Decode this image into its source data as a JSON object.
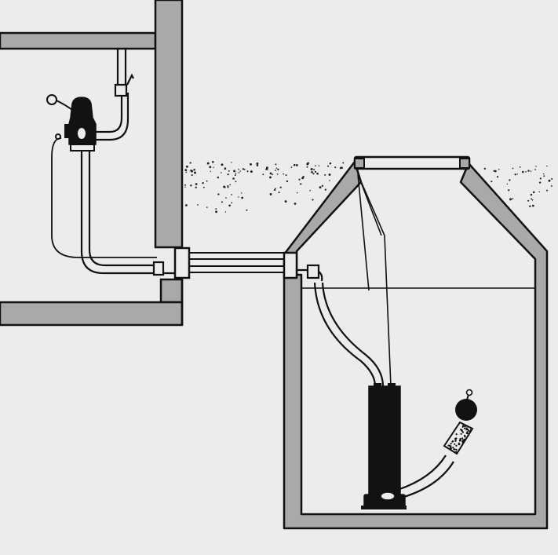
{
  "diagram": {
    "kind": "rainwater-cistern-pump-installation",
    "text_labels": [],
    "colors": {
      "background": "#ececec",
      "concrete": "#a9a9a9",
      "outline": "#111111",
      "pipe_fill": "#ececec",
      "pump": "#121212",
      "soil_dots": "#222222"
    },
    "components": [
      {
        "id": "house-wall",
        "icon": "building-wall"
      },
      {
        "id": "house-floor-slab",
        "icon": "floor-slab"
      },
      {
        "id": "house-ceiling-slab",
        "icon": "ceiling-slab"
      },
      {
        "id": "pressure-controller",
        "icon": "pressure-switch-icon"
      },
      {
        "id": "pressure-gauge",
        "icon": "gauge-icon"
      },
      {
        "id": "supply-pipe-house",
        "icon": "pipe"
      },
      {
        "id": "wall-sleeve-house",
        "icon": "wall-sleeve"
      },
      {
        "id": "connecting-pipes",
        "icon": "pipe"
      },
      {
        "id": "wall-sleeve-tank",
        "icon": "wall-sleeve"
      },
      {
        "id": "cistern-tank",
        "icon": "concrete-tank"
      },
      {
        "id": "tank-lid",
        "icon": "manhole-cover"
      },
      {
        "id": "ground-soil",
        "icon": "soil-texture"
      },
      {
        "id": "water-level",
        "icon": "water-line"
      },
      {
        "id": "submersible-pump",
        "icon": "pump-icon"
      },
      {
        "id": "suction-hose",
        "icon": "hose"
      },
      {
        "id": "floating-filter",
        "icon": "filter-icon"
      },
      {
        "id": "float-ball",
        "icon": "float-icon"
      }
    ]
  }
}
